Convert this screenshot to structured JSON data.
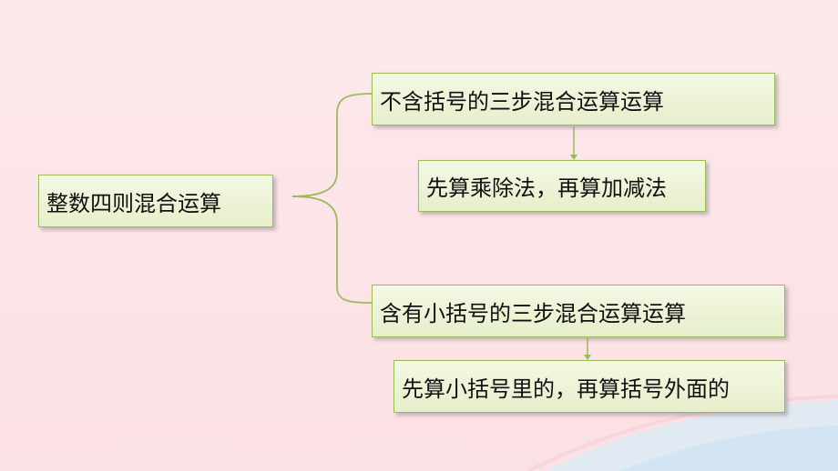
{
  "diagram": {
    "root": {
      "label": "整数四则混合运算"
    },
    "branches": [
      {
        "question": "不含括号的三步混合运算运算",
        "answer": "先算乘除法，再算加减法"
      },
      {
        "question": "含有小括号的三步混合运算运算",
        "answer": "先算小括号里的，再算括号外面的"
      }
    ]
  },
  "colors": {
    "background": "#fde3e6",
    "box_fill": "#e6efcb",
    "box_border": "#9bbb59",
    "connector": "#9bbb59",
    "wave": "#d9ecf5"
  }
}
